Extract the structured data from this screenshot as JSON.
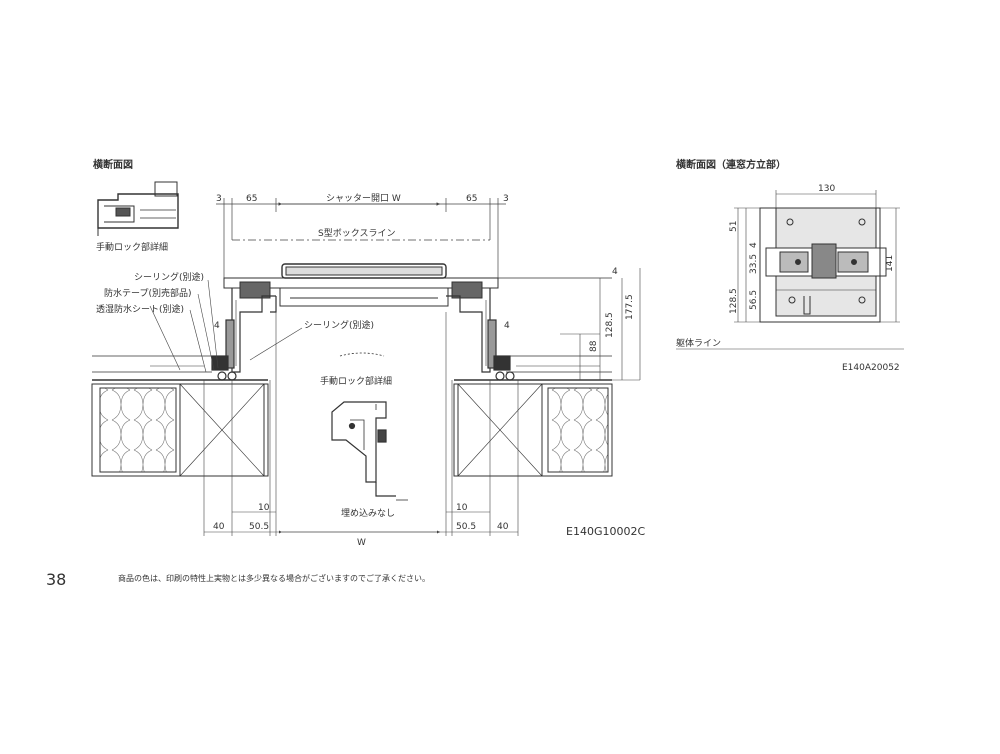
{
  "page": {
    "number": "38",
    "note": "商品の色は、印刷の特性上実物とは多少異なる場合がございますのでご了承ください。"
  },
  "left_section": {
    "title": "横断面図",
    "inset_caption": "手動ロック部詳細",
    "detail_caption": "手動ロック部詳細",
    "embed_label": "埋め込みなし",
    "box_line_label": "S型ボックスライン",
    "opening_label": "シャッター開口 W",
    "bottom_w_label": "W",
    "callouts": {
      "sealing_1": "シーリング(別途)",
      "waterproof_tape": "防水テープ(別売部品)",
      "moisture_sheet": "透湿防水シート(別途)",
      "sealing_2": "シーリング(別途)"
    },
    "dims": {
      "top_left_3": "3",
      "top_left_65": "65",
      "top_right_65": "65",
      "top_right_3": "3",
      "right_4": "4",
      "right_128_5": "128.5",
      "right_177_5": "177.5",
      "right_88": "88",
      "side_4_left": "4",
      "side_4_right": "4",
      "bottom_10_left": "10",
      "bottom_10_right": "10",
      "bottom_40_left": "40",
      "bottom_50_5_left": "50.5",
      "bottom_50_5_right": "50.5",
      "bottom_40_right": "40"
    },
    "code": "E140G10002C"
  },
  "right_section": {
    "title": "横断面図（連窓方立部）",
    "body_line_label": "躯体ライン",
    "dims": {
      "top_130": "130",
      "d_51": "51",
      "d_4": "4",
      "d_33_5": "33.5",
      "d_128_5": "128.5",
      "d_56_5": "56.5",
      "d_141": "141"
    },
    "code": "E140A20052"
  }
}
